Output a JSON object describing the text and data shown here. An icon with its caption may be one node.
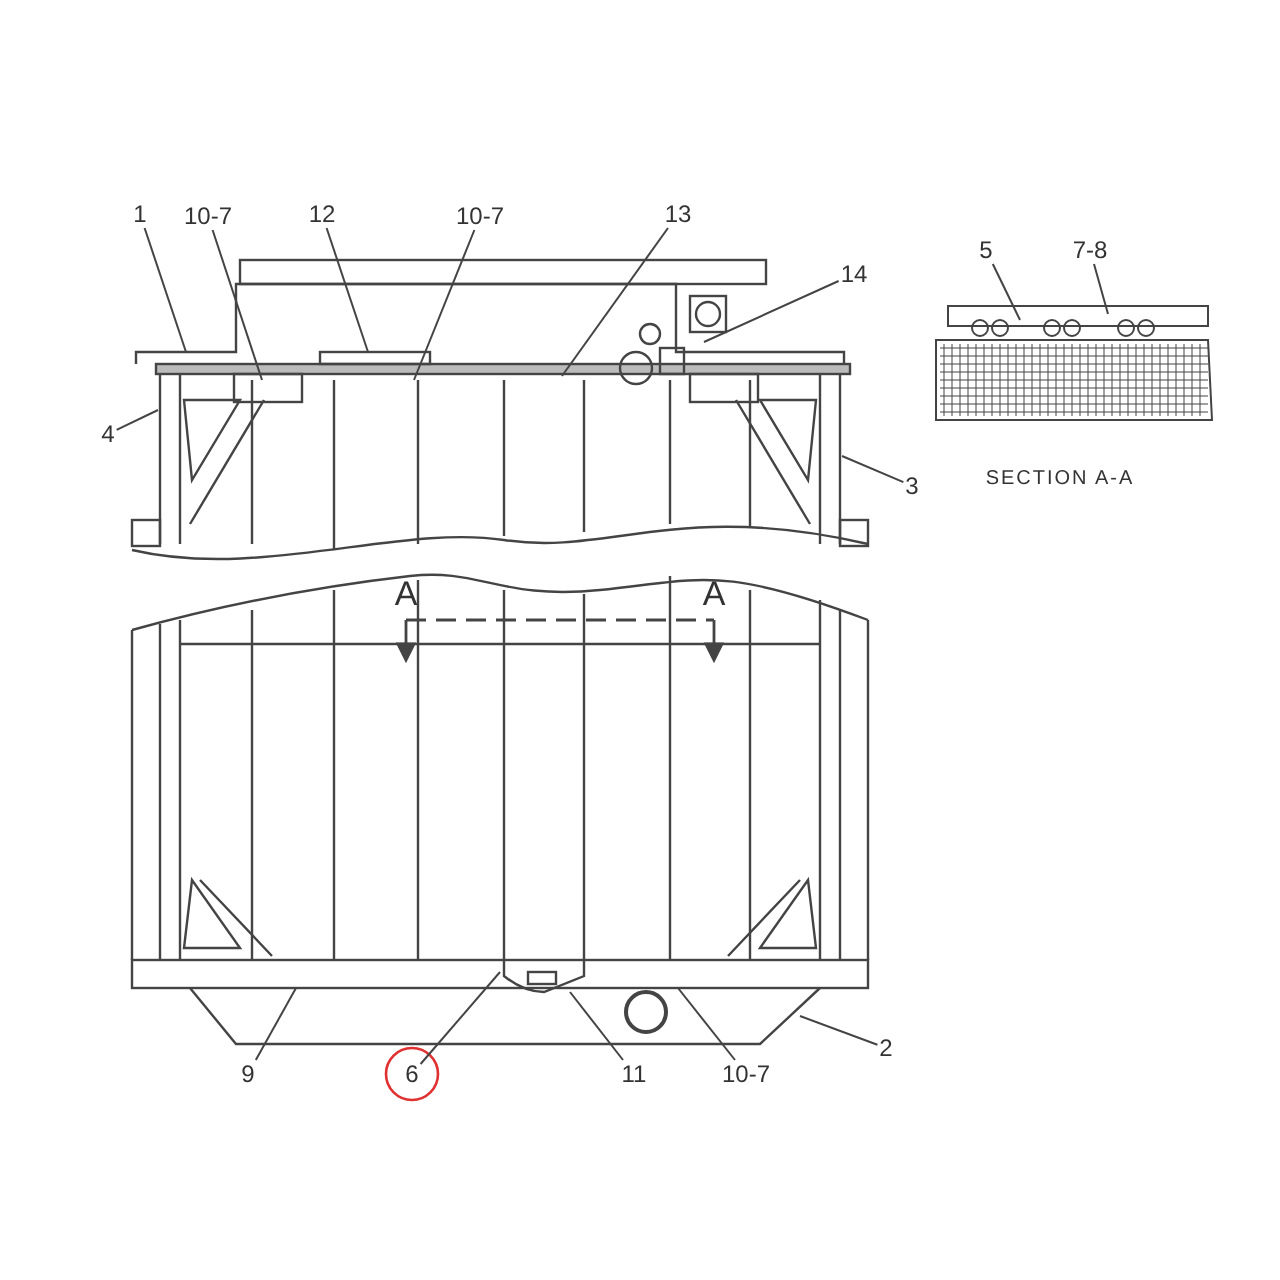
{
  "diagram": {
    "nodes": [
      {
        "text": [
          "1"
        ]
      },
      {
        "text": [
          "10-7"
        ]
      },
      {
        "text": [
          "12"
        ]
      },
      {
        "text": [
          "10-7"
        ]
      },
      {
        "text": [
          "13"
        ]
      },
      {
        "text": [
          "14"
        ]
      },
      {
        "text": [
          "4"
        ]
      },
      {
        "text": [
          "3"
        ]
      },
      {
        "text": [
          "5"
        ]
      },
      {
        "text": [
          "7-8"
        ]
      },
      {
        "text": [
          "9"
        ]
      },
      {
        "text": [
          "6"
        ]
      },
      {
        "text": [
          "11"
        ]
      },
      {
        "text": [
          "10-7"
        ]
      },
      {
        "text": [
          "2"
        ]
      }
    ],
    "edges": [
      {
        "from": 0,
        "to": null,
        "arrow": "none"
      },
      {
        "from": 1,
        "to": null,
        "arrow": "none"
      },
      {
        "from": 2,
        "to": null,
        "arrow": "none"
      },
      {
        "from": 3,
        "to": null,
        "arrow": "none"
      },
      {
        "from": 4,
        "to": null,
        "arrow": "none"
      },
      {
        "from": 5,
        "to": null,
        "arrow": "none"
      },
      {
        "from": 6,
        "to": null,
        "arrow": "none"
      },
      {
        "from": 7,
        "to": null,
        "arrow": "none"
      },
      {
        "from": 8,
        "to": null,
        "arrow": "none"
      },
      {
        "from": 9,
        "to": null,
        "arrow": "none"
      },
      {
        "from": 10,
        "to": null,
        "arrow": "none"
      },
      {
        "from": 11,
        "to": null,
        "arrow": "none"
      },
      {
        "from": 12,
        "to": null,
        "arrow": "none"
      },
      {
        "from": 13,
        "to": null,
        "arrow": "none"
      },
      {
        "from": 14,
        "to": null,
        "arrow": "none"
      }
    ],
    "labels": [
      "SECTION A-A",
      "A",
      "A"
    ]
  }
}
